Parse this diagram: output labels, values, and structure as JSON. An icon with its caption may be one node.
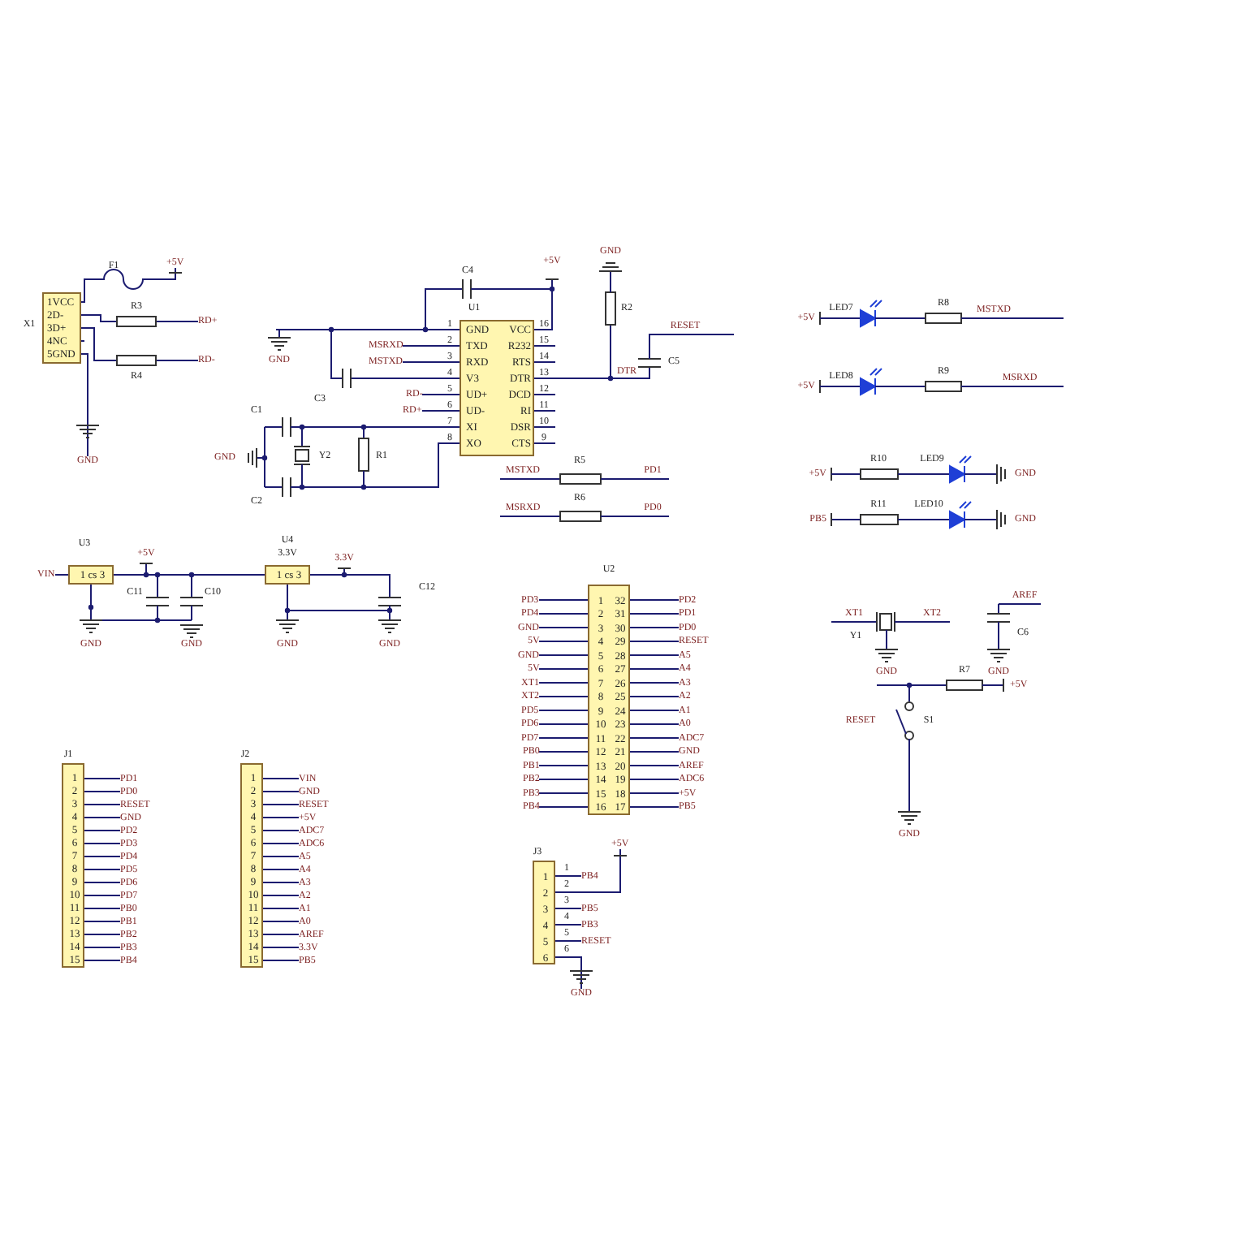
{
  "diagram": {
    "nodes": [
      {
        "text": [
          "1VCC",
          "2D-",
          "3D+",
          "4NC",
          "5GND"
        ],
        "beside": [
          "X1"
        ]
      },
      {
        "text": [
          "GND",
          "TXD",
          "RXD",
          "V3",
          "UD+",
          "UD-",
          "XI",
          "XO",
          "VCC",
          "R232",
          "RTS",
          "DTR",
          "DCD",
          "RI",
          "DSR",
          "CTS"
        ],
        "beside": [
          "U1",
          "1",
          "2",
          "3",
          "4",
          "5",
          "6",
          "7",
          "8",
          "16",
          "15",
          "14",
          "13",
          "12",
          "11",
          "10",
          "9"
        ]
      },
      {
        "text": [
          "1 cs 3"
        ],
        "beside": [
          "U3"
        ]
      },
      {
        "text": [
          "1 cs 3"
        ],
        "beside": [
          "U4",
          "3.3V"
        ]
      },
      {
        "text": [
          "1",
          "32",
          "2",
          "31",
          "3",
          "30",
          "4",
          "29",
          "5",
          "28",
          "6",
          "27",
          "7",
          "26",
          "8",
          "25",
          "9",
          "24",
          "10",
          "23",
          "11",
          "22",
          "12",
          "21",
          "13",
          "20",
          "14",
          "19",
          "15",
          "18",
          "16",
          "17"
        ],
        "beside": [
          "U2"
        ]
      },
      {
        "text": [
          "1",
          "2",
          "3",
          "4",
          "5",
          "6",
          "7",
          "8",
          "9",
          "10",
          "11",
          "12",
          "13",
          "14",
          "15"
        ],
        "beside": [
          "J1"
        ]
      },
      {
        "text": [
          "1",
          "2",
          "3",
          "4",
          "5",
          "6",
          "7",
          "8",
          "9",
          "10",
          "11",
          "12",
          "13",
          "14",
          "15"
        ],
        "beside": [
          "J2"
        ]
      },
      {
        "text": [
          "1",
          "2",
          "3",
          "4",
          "5",
          "6"
        ],
        "beside": [
          "J3",
          "1",
          "2",
          "3",
          "4",
          "5",
          "6"
        ]
      },
      {
        "text": [
          "GND"
        ]
      },
      {
        "text": [
          "MSRXD"
        ]
      },
      {
        "text": [
          "MSTXD"
        ]
      },
      {
        "text": [
          "RD-"
        ]
      },
      {
        "text": [
          "RD+"
        ]
      },
      {
        "text": [
          "PD3"
        ]
      },
      {
        "text": [
          "PD4"
        ]
      },
      {
        "text": [
          "GND"
        ]
      },
      {
        "text": [
          "5V"
        ]
      },
      {
        "text": [
          "GND"
        ]
      },
      {
        "text": [
          "5V"
        ]
      },
      {
        "text": [
          "XT1"
        ]
      },
      {
        "text": [
          "XT2"
        ]
      },
      {
        "text": [
          "PD5"
        ]
      },
      {
        "text": [
          "PD6"
        ]
      },
      {
        "text": [
          "PD7"
        ]
      },
      {
        "text": [
          "PB0"
        ]
      },
      {
        "text": [
          "PB1"
        ]
      },
      {
        "text": [
          "PB2"
        ]
      },
      {
        "text": [
          "PB3"
        ]
      },
      {
        "text": [
          "PB4"
        ]
      },
      {
        "text": [
          "PD2"
        ]
      },
      {
        "text": [
          "PD1"
        ]
      },
      {
        "text": [
          "PD0"
        ]
      },
      {
        "text": [
          "RESET"
        ]
      },
      {
        "text": [
          "A5"
        ]
      },
      {
        "text": [
          "A4"
        ]
      },
      {
        "text": [
          "A3"
        ]
      },
      {
        "text": [
          "A2"
        ]
      },
      {
        "text": [
          "A1"
        ]
      },
      {
        "text": [
          "A0"
        ]
      },
      {
        "text": [
          "ADC7"
        ]
      },
      {
        "text": [
          "GND"
        ]
      },
      {
        "text": [
          "AREF"
        ]
      },
      {
        "text": [
          "ADC6"
        ]
      },
      {
        "text": [
          "+5V"
        ]
      },
      {
        "text": [
          "PB5"
        ]
      },
      {
        "text": [
          "PD1"
        ]
      },
      {
        "text": [
          "PD0"
        ]
      },
      {
        "text": [
          "RESET"
        ]
      },
      {
        "text": [
          "GND"
        ]
      },
      {
        "text": [
          "PD2"
        ]
      },
      {
        "text": [
          "PD3"
        ]
      },
      {
        "text": [
          "PD4"
        ]
      },
      {
        "text": [
          "PD5"
        ]
      },
      {
        "text": [
          "PD6"
        ]
      },
      {
        "text": [
          "PD7"
        ]
      },
      {
        "text": [
          "PB0"
        ]
      },
      {
        "text": [
          "PB1"
        ]
      },
      {
        "text": [
          "PB2"
        ]
      },
      {
        "text": [
          "PB3"
        ]
      },
      {
        "text": [
          "PB4"
        ]
      },
      {
        "text": [
          "VIN"
        ]
      },
      {
        "text": [
          "GND"
        ]
      },
      {
        "text": [
          "RESET"
        ]
      },
      {
        "text": [
          "+5V"
        ]
      },
      {
        "text": [
          "ADC7"
        ]
      },
      {
        "text": [
          "ADC6"
        ]
      },
      {
        "text": [
          "A5"
        ]
      },
      {
        "text": [
          "A4"
        ]
      },
      {
        "text": [
          "A3"
        ]
      },
      {
        "text": [
          "A2"
        ]
      },
      {
        "text": [
          "A1"
        ]
      },
      {
        "text": [
          "A0"
        ]
      },
      {
        "text": [
          "AREF"
        ]
      },
      {
        "text": [
          "3.3V"
        ]
      },
      {
        "text": [
          "PB5"
        ]
      },
      {
        "text": [
          "+5V"
        ]
      },
      {
        "text": [
          "RD+"
        ]
      },
      {
        "text": [
          "RD-"
        ]
      },
      {
        "text": [
          "VIN"
        ]
      },
      {
        "text": [
          "PB4"
        ]
      },
      {
        "text": [
          "+5V"
        ]
      },
      {
        "text": [
          "PB5"
        ]
      },
      {
        "text": [
          "PB3"
        ]
      },
      {
        "text": [
          "RESET"
        ]
      },
      {
        "text": [
          "GND"
        ]
      }
    ],
    "edges": [
      {
        "from": 2,
        "to": 3,
        "arrow": "none"
      },
      {
        "from": 0,
        "to": 8,
        "arrow": "none"
      },
      {
        "from": 1,
        "to": 9,
        "arrow": "none"
      },
      {
        "from": 1,
        "to": 10,
        "arrow": "none"
      },
      {
        "from": 1,
        "to": 11,
        "arrow": "none"
      },
      {
        "from": 1,
        "to": 12,
        "arrow": "none"
      },
      {
        "from": 4,
        "to": 13,
        "arrow": "none"
      },
      {
        "from": 4,
        "to": 14,
        "arrow": "none"
      },
      {
        "from": 4,
        "to": 15,
        "arrow": "none"
      },
      {
        "from": 4,
        "to": 16,
        "arrow": "none"
      },
      {
        "from": 4,
        "to": 17,
        "arrow": "none"
      },
      {
        "from": 4,
        "to": 18,
        "arrow": "none"
      },
      {
        "from": 4,
        "to": 19,
        "arrow": "none"
      },
      {
        "from": 4,
        "to": 20,
        "arrow": "none"
      },
      {
        "from": 4,
        "to": 21,
        "arrow": "none"
      },
      {
        "from": 4,
        "to": 22,
        "arrow": "none"
      },
      {
        "from": 4,
        "to": 23,
        "arrow": "none"
      },
      {
        "from": 4,
        "to": 24,
        "arrow": "none"
      },
      {
        "from": 4,
        "to": 25,
        "arrow": "none"
      },
      {
        "from": 4,
        "to": 26,
        "arrow": "none"
      },
      {
        "from": 4,
        "to": 27,
        "arrow": "none"
      },
      {
        "from": 4,
        "to": 28,
        "arrow": "none"
      },
      {
        "from": 4,
        "to": 29,
        "arrow": "none"
      },
      {
        "from": 4,
        "to": 30,
        "arrow": "none"
      },
      {
        "from": 4,
        "to": 31,
        "arrow": "none"
      },
      {
        "from": 4,
        "to": 32,
        "arrow": "none"
      },
      {
        "from": 4,
        "to": 33,
        "arrow": "none"
      },
      {
        "from": 4,
        "to": 34,
        "arrow": "none"
      },
      {
        "from": 4,
        "to": 35,
        "arrow": "none"
      },
      {
        "from": 4,
        "to": 36,
        "arrow": "none"
      },
      {
        "from": 4,
        "to": 37,
        "arrow": "none"
      },
      {
        "from": 4,
        "to": 38,
        "arrow": "none"
      },
      {
        "from": 4,
        "to": 39,
        "arrow": "none"
      },
      {
        "from": 4,
        "to": 40,
        "arrow": "none"
      },
      {
        "from": 4,
        "to": 41,
        "arrow": "none"
      },
      {
        "from": 4,
        "to": 42,
        "arrow": "none"
      },
      {
        "from": 4,
        "to": 43,
        "arrow": "none"
      },
      {
        "from": 4,
        "to": 44,
        "arrow": "none"
      },
      {
        "from": 5,
        "to": 45,
        "arrow": "none"
      },
      {
        "from": 5,
        "to": 46,
        "arrow": "none"
      },
      {
        "from": 5,
        "to": 47,
        "arrow": "none"
      },
      {
        "from": 5,
        "to": 48,
        "arrow": "none"
      },
      {
        "from": 5,
        "to": 49,
        "arrow": "none"
      },
      {
        "from": 5,
        "to": 50,
        "arrow": "none"
      },
      {
        "from": 5,
        "to": 51,
        "arrow": "none"
      },
      {
        "from": 5,
        "to": 52,
        "arrow": "none"
      },
      {
        "from": 5,
        "to": 53,
        "arrow": "none"
      },
      {
        "from": 5,
        "to": 54,
        "arrow": "none"
      },
      {
        "from": 5,
        "to": 55,
        "arrow": "none"
      },
      {
        "from": 5,
        "to": 56,
        "arrow": "none"
      },
      {
        "from": 5,
        "to": 57,
        "arrow": "none"
      },
      {
        "from": 5,
        "to": 58,
        "arrow": "none"
      },
      {
        "from": 5,
        "to": 59,
        "arrow": "none"
      },
      {
        "from": 6,
        "to": 60,
        "arrow": "none"
      },
      {
        "from": 6,
        "to": 61,
        "arrow": "none"
      },
      {
        "from": 6,
        "to": 62,
        "arrow": "none"
      },
      {
        "from": 6,
        "to": 63,
        "arrow": "none"
      },
      {
        "from": 6,
        "to": 64,
        "arrow": "none"
      },
      {
        "from": 6,
        "to": 65,
        "arrow": "none"
      },
      {
        "from": 6,
        "to": 66,
        "arrow": "none"
      },
      {
        "from": 6,
        "to": 67,
        "arrow": "none"
      },
      {
        "from": 6,
        "to": 68,
        "arrow": "none"
      },
      {
        "from": 6,
        "to": 69,
        "arrow": "none"
      },
      {
        "from": 6,
        "to": 70,
        "arrow": "none"
      },
      {
        "from": 6,
        "to": 71,
        "arrow": "none"
      },
      {
        "from": 6,
        "to": 72,
        "arrow": "none"
      },
      {
        "from": 6,
        "to": 73,
        "arrow": "none"
      },
      {
        "from": 6,
        "to": 74,
        "arrow": "none"
      },
      {
        "from": 0,
        "to": 75,
        "arrow": "none"
      },
      {
        "from": 0,
        "to": 76,
        "arrow": "none"
      },
      {
        "from": 0,
        "to": 77,
        "arrow": "none"
      },
      {
        "from": 2,
        "to": 78,
        "arrow": "none"
      },
      {
        "from": 7,
        "to": 79,
        "arrow": "none"
      },
      {
        "from": 7,
        "to": 80,
        "arrow": "none"
      },
      {
        "from": 7,
        "to": 81,
        "arrow": "none"
      },
      {
        "from": 7,
        "to": 82,
        "arrow": "none"
      },
      {
        "from": 7,
        "to": 83,
        "arrow": "none"
      },
      {
        "from": 7,
        "to": 84,
        "arrow": "none"
      }
    ],
    "labels": [
      "F1",
      "R3",
      "R4",
      "C4",
      "+5V",
      "GND",
      "C3",
      "C1",
      "GND",
      "Y2",
      "R1",
      "C2",
      "GND",
      "R2",
      "RESET",
      "C5",
      "DTR",
      "R5",
      "MSTXD",
      "PD1",
      "R6",
      "MSRXD",
      "PD0",
      "+5V",
      "LED7",
      "R8",
      "MSTXD",
      "+5V",
      "LED8",
      "R9",
      "MSRXD",
      "R10",
      "+5V",
      "LED9",
      "GND",
      "R11",
      "PB5",
      "LED10",
      "GND",
      "+5V",
      "C11",
      "C10",
      "GND",
      "GND",
      "3.3V",
      "C12",
      "GND",
      "GND",
      "XT1",
      "XT2",
      "Y1",
      "GND",
      "AREF",
      "C6",
      "R7",
      "GND",
      "+5V",
      "RESET",
      "S1",
      "GND"
    ]
  }
}
